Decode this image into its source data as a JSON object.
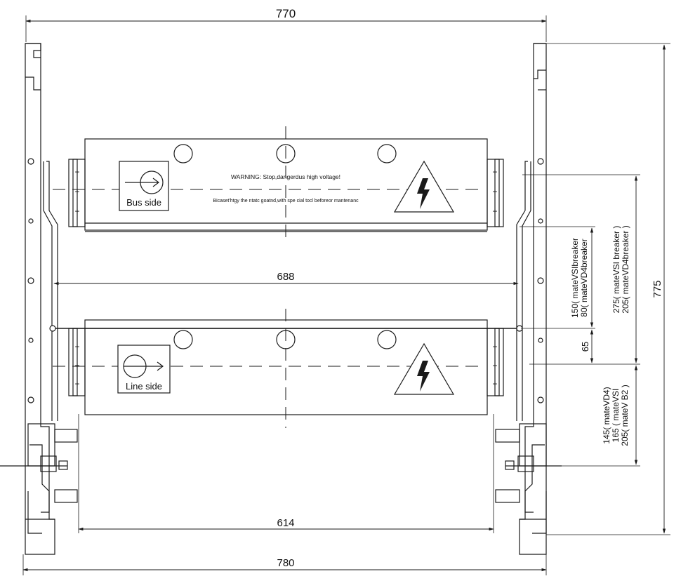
{
  "dimensions": {
    "top_width": "770",
    "inner_width": "688",
    "bottom_inner": "614",
    "bottom_width": "780",
    "right_height": "775",
    "gap": "65"
  },
  "annotations": {
    "upper_a": "150( mateVSIbreaker",
    "upper_b": "80( mateVD4breaker",
    "right_a": "275( mateVSI breaker )",
    "right_b": "205( mateVD4breaker )",
    "lower_a": "145( mateVD4)",
    "lower_b": "165 ( mateVSI",
    "lower_c": "205( mateV B2 )"
  },
  "labels": {
    "bus_side": "Bus side",
    "line_side": "Line side",
    "warning": "WARNING: Stop,dangerdus high voltage!",
    "notice": "Bicaset'htgy the ntatc goatnd,with spe cial tocl beforeor mantenanc"
  },
  "icons": [
    "lightning-warning-icon",
    "rotate-arrow-icon"
  ]
}
